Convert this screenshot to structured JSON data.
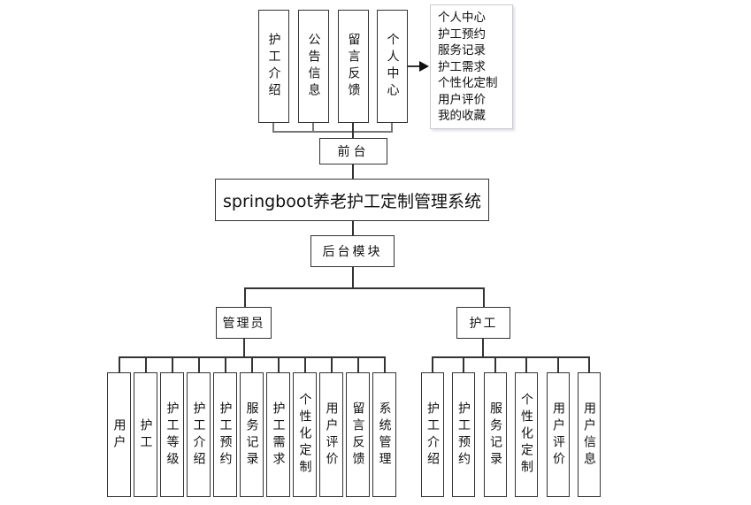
{
  "frontend": {
    "label": "前台",
    "modules": [
      "护工介绍",
      "公告信息",
      "留言反馈",
      "个人中心"
    ],
    "personal_center_items": [
      "个人中心",
      "护工预约",
      "服务记录",
      "护工需求",
      "个性化定制",
      "用户评价",
      "我的收藏"
    ]
  },
  "system": {
    "title": "springboot养老护工定制管理系统"
  },
  "backend": {
    "label": "后台模块",
    "admin": {
      "label": "管理员",
      "modules": [
        "用户",
        "护工",
        "护工等级",
        "护工介绍",
        "护工预约",
        "服务记录",
        "护工需求",
        "个性化定制",
        "用户评价",
        "留言反馈",
        "系统管理"
      ]
    },
    "worker": {
      "label": "护工",
      "modules": [
        "护工介绍",
        "护工预约",
        "服务记录",
        "个性化定制",
        "用户评价",
        "用户信息"
      ]
    }
  }
}
